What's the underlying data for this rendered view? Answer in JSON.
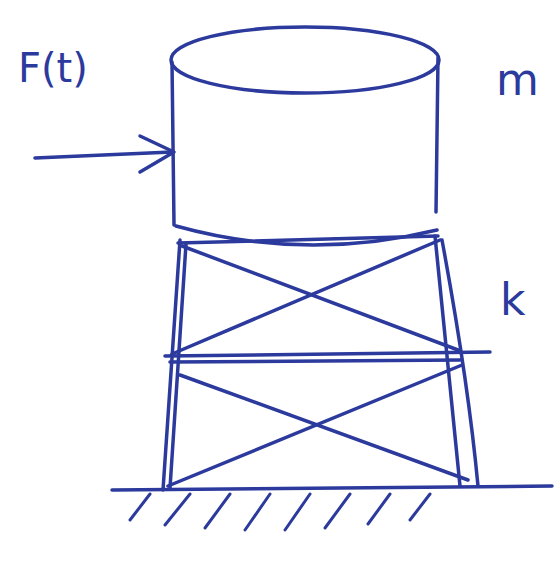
{
  "diagram": {
    "labels": [
      "F(t)",
      "m",
      "k"
    ]
  }
}
